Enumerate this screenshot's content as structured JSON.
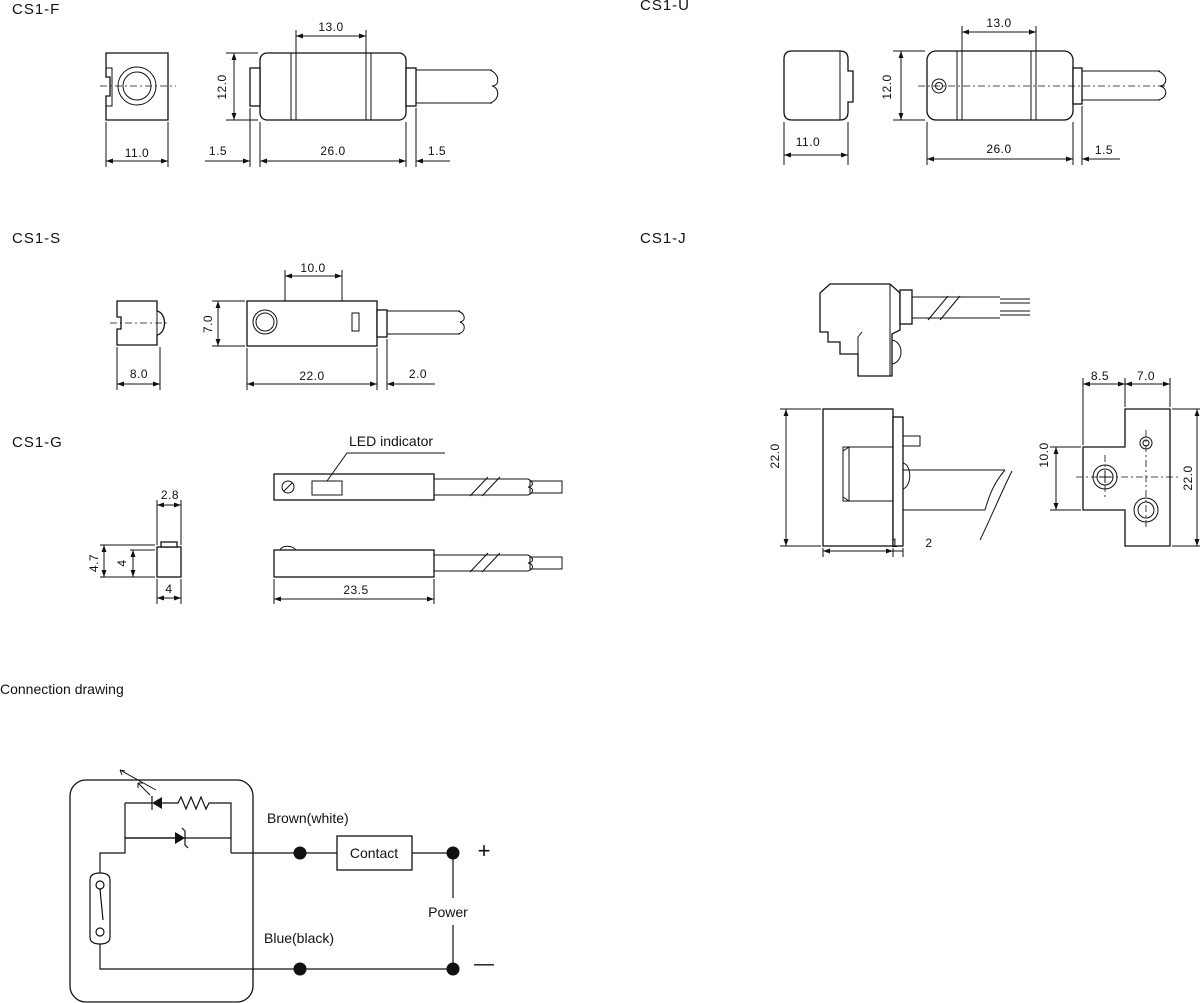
{
  "sections": {
    "cs1f": "CS1-F",
    "cs1u": "CS1-U",
    "cs1s": "CS1-S",
    "cs1j": "CS1-J",
    "cs1g": "CS1-G",
    "connection": "Connection drawing"
  },
  "dimensions": {
    "cs1f": {
      "top": "13.0",
      "height": "12.0",
      "side_width": "11.0",
      "left_gap": "1.5",
      "length": "26.0",
      "right_gap": "1.5"
    },
    "cs1u": {
      "top": "13.0",
      "height": "12.0",
      "side_width": "11.0",
      "length": "26.0",
      "right_gap": "1.5"
    },
    "cs1s": {
      "top": "10.0",
      "height": "7.0",
      "side_width": "8.0",
      "length": "22.0",
      "right_gap": "2.0"
    },
    "cs1j": {
      "top_a": "8.5",
      "top_b": "7.0",
      "height_left": "22.0",
      "height_mid": "10.0",
      "height_right": "22.0",
      "bottom_a": "1",
      "bottom_b": "2"
    },
    "cs1g": {
      "top": "2.8",
      "height_a": "4.7",
      "height_b": "4",
      "side_width": "4",
      "length": "23.5",
      "led_label": "LED indicator"
    }
  },
  "circuit": {
    "brown": "Brown(white)",
    "blue": "Blue(black)",
    "contact": "Contact",
    "power": "Power",
    "plus": "+",
    "minus": "—"
  }
}
